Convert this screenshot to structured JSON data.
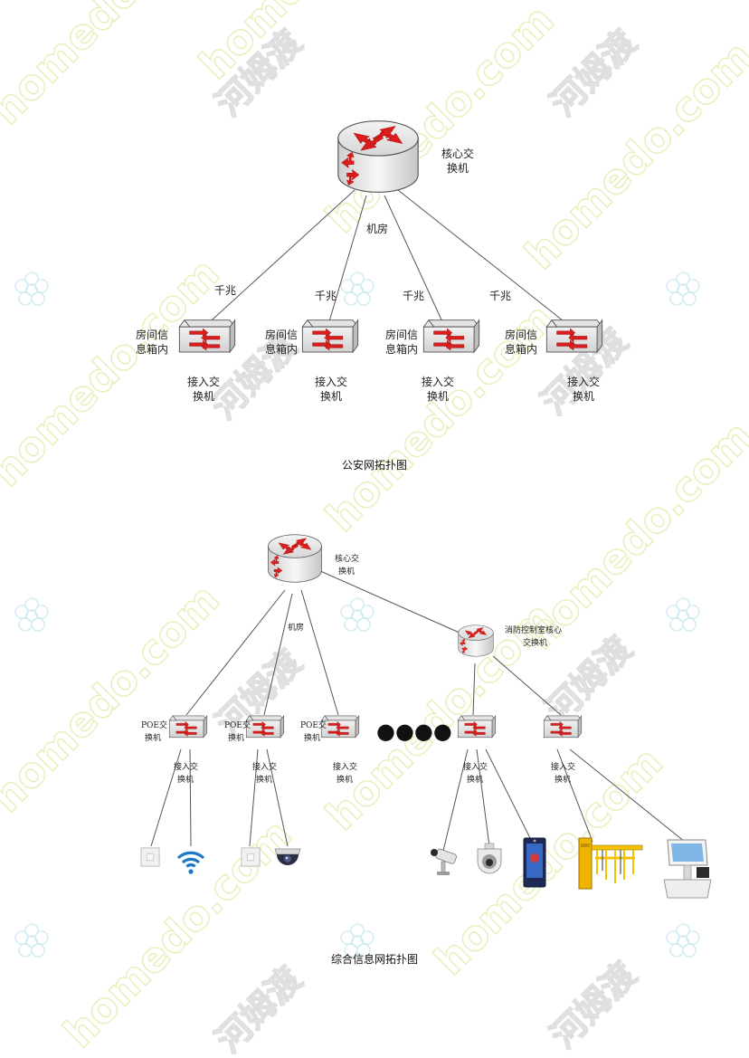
{
  "watermark": {
    "latin": "homedo.com",
    "chinese": "河姆渡"
  },
  "diagram1": {
    "core_label": [
      "核心交",
      "换机"
    ],
    "room_label": "机房",
    "links": [
      {
        "speed": "千兆",
        "box_label": [
          "房间信",
          "息箱内"
        ],
        "switch_label": [
          "接入交",
          "换机"
        ]
      },
      {
        "speed": "千兆",
        "box_label": [
          "房间信",
          "息箱内"
        ],
        "switch_label": [
          "接入交",
          "换机"
        ]
      },
      {
        "speed": "千兆",
        "box_label": [
          "房间信",
          "息箱内"
        ],
        "switch_label": [
          "接入交",
          "换机"
        ]
      },
      {
        "speed": "千兆",
        "box_label": [
          "房间信",
          "息箱内"
        ],
        "switch_label": [
          "接入交",
          "换机"
        ]
      }
    ],
    "caption": "公安网拓扑图"
  },
  "diagram2": {
    "core_label": [
      "核心交",
      "换机"
    ],
    "room_label": "机房",
    "fire_core_label": [
      "消防控制室核心",
      "交换机"
    ],
    "poe_switches": [
      {
        "label": [
          "POE交",
          "换机"
        ],
        "sub": [
          "接入交",
          "换机"
        ]
      },
      {
        "label": [
          "POE交",
          "换机"
        ],
        "sub": [
          "接入交",
          "换机"
        ]
      },
      {
        "label": [
          "POE交",
          "换机"
        ],
        "sub": [
          "接入交",
          "换机"
        ]
      }
    ],
    "fire_switches": [
      {
        "sub": [
          "接入交",
          "换机"
        ]
      },
      {
        "sub": [
          "接入交",
          "换机"
        ]
      }
    ],
    "ellipsis": "●●●●",
    "devices": [
      "wall-socket",
      "wifi",
      "wall-socket",
      "dome-camera",
      "bullet-camera",
      "ptz-camera",
      "face-terminal",
      "barrier-gate",
      "pos-terminal"
    ],
    "caption": "综合信息网拓扑图"
  }
}
